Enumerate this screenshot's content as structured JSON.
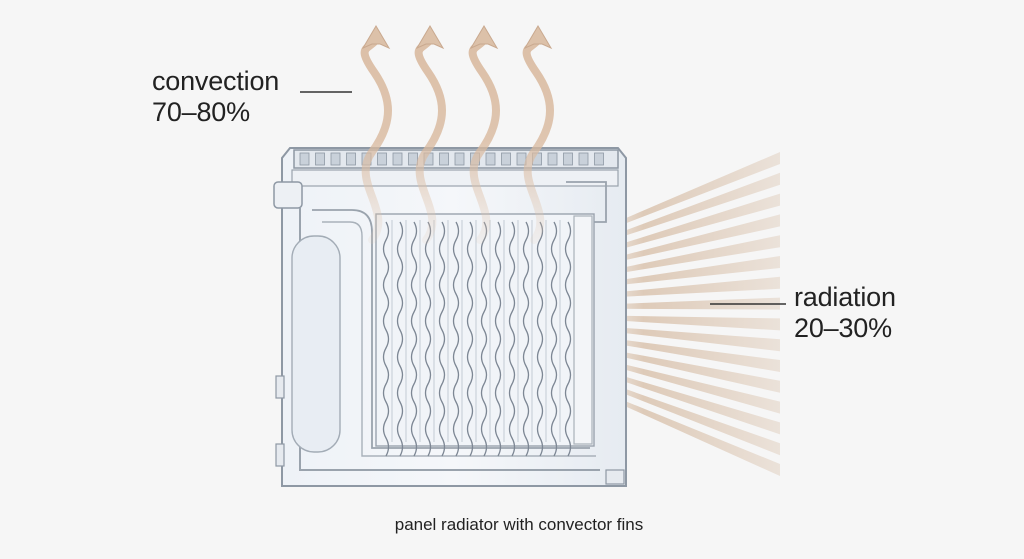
{
  "labels": {
    "convection": {
      "title": "convection",
      "value": "70–80%"
    },
    "radiation": {
      "title": "radiation",
      "value": "20–30%"
    }
  },
  "caption": "panel radiator with convector fins",
  "colors": {
    "background": "#f6f6f6",
    "convection_arrow": "#d8b9a0",
    "radiation_ray": "#d6bca4",
    "radiator_outline": "#8e98a4",
    "radiator_fill": "#e9eef4",
    "fin": "#7d8794",
    "text": "#222222"
  },
  "icons": {
    "convection": "wavy-up-arrow-icon",
    "radiation": "radiating-ray-icon"
  }
}
